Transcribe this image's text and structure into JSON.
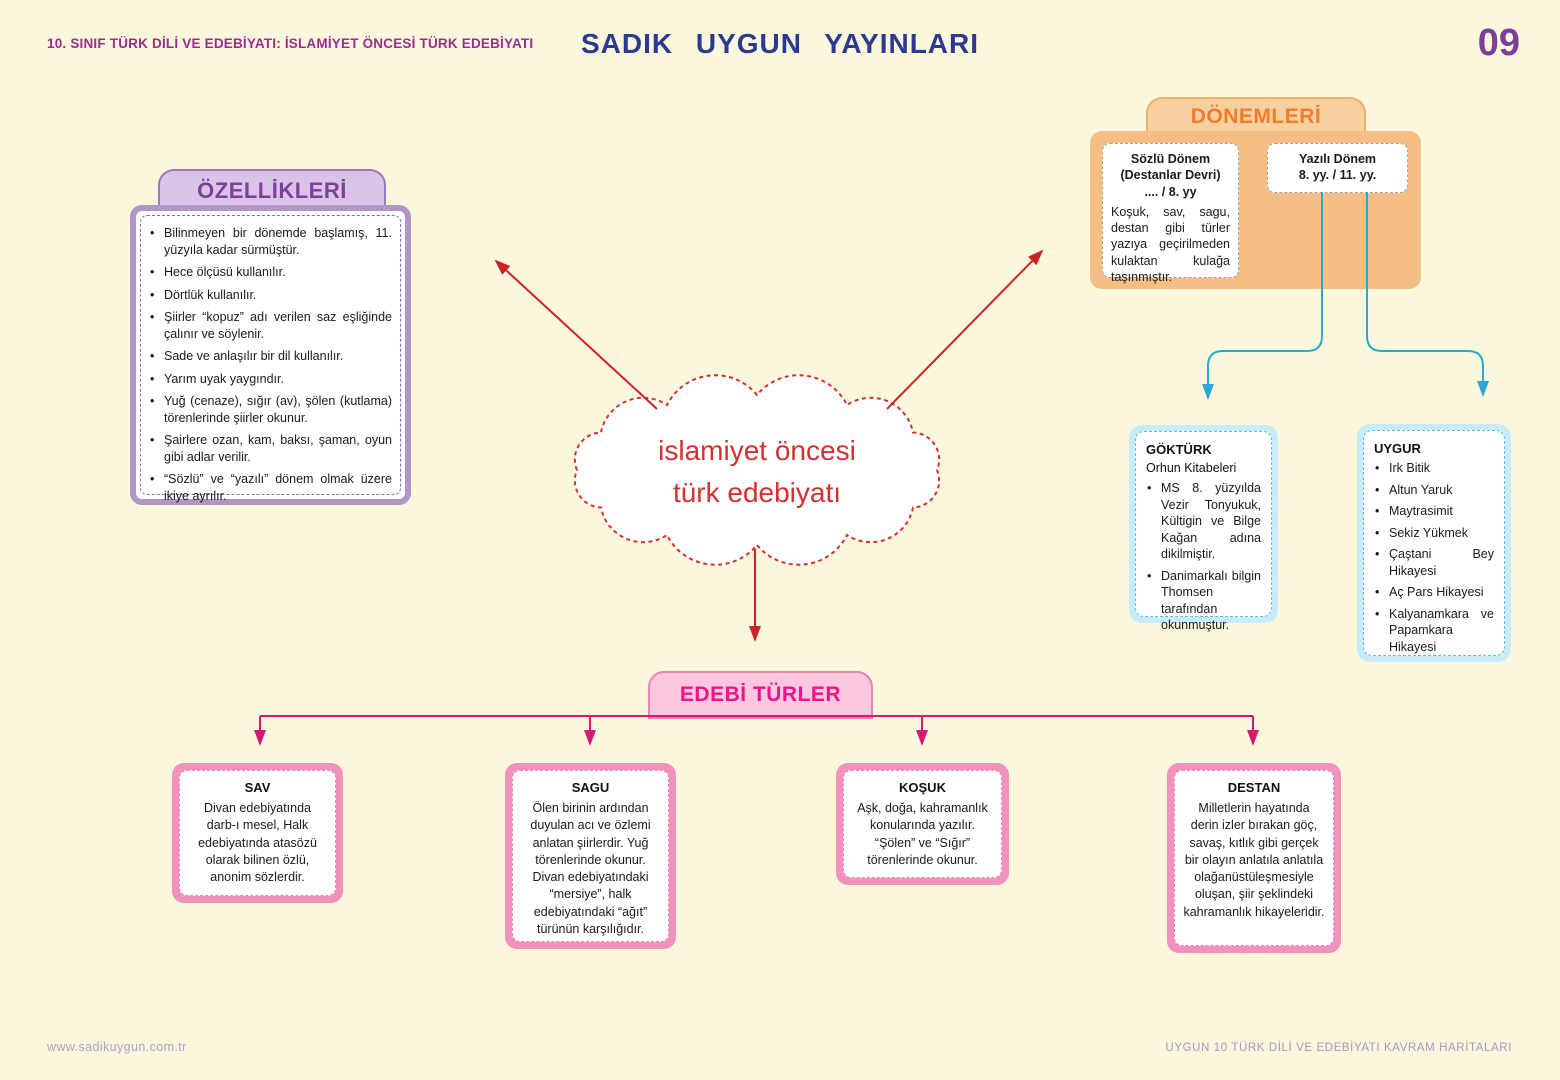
{
  "header": {
    "course_title": "10. SINIF TÜRK DİLİ VE EDEBİYATI: İSLAMİYET ÖNCESİ TÜRK EDEBİYATI",
    "publisher": "SADIK UYGUN YAYINLARI",
    "page_number": "09"
  },
  "footer": {
    "website": "www.sadikuygun.com.tr",
    "series": "UYGUN 10 TÜRK DİLİ VE EDEBİYATI KAVRAM HARİTALARI"
  },
  "center": {
    "line1": "islamiyet öncesi",
    "line2": "türk edebiyatı"
  },
  "ozellikleri": {
    "title": "ÖZELLİKLERİ",
    "items": [
      "Bilinmeyen bir dönemde başlamış, 11. yüzyıla kadar sürmüştür.",
      "Hece ölçüsü kullanılır.",
      "Dörtlük kullanılır.",
      "Şiirler “kopuz” adı verilen saz eşliğinde çalınır ve söylenir.",
      "Sade ve anlaşılır bir dil kullanılır.",
      "Yarım uyak yaygındır.",
      "Yuğ (cenaze), sığır (av), şölen (kutlama) törenlerinde şiirler okunur.",
      "Şairlere ozan, kam, baksı, şaman, oyun gibi adlar verilir.",
      "“Sözlü” ve “yazılı” dönem olmak üzere ikiye ayrılır."
    ]
  },
  "donemleri": {
    "title": "DÖNEMLERİ",
    "sozlu": {
      "title_line1": "Sözlü Dönem",
      "title_line2": "(Destanlar Devri)",
      "title_line3": ".... / 8. yy",
      "body": "Koşuk, sav, sagu, destan gibi türler yazıya geçirilmeden kulaktan kulağa taşınmıştır."
    },
    "yazili": {
      "title_line1": "Yazılı Dönem",
      "title_line2": "8. yy. / 11. yy."
    }
  },
  "gokturk": {
    "title": "GÖKTÜRK",
    "subtitle": "Orhun Kitabeleri",
    "items": [
      "MS 8. yüzyılda Vezir Tonyukuk, Kültigin ve Bilge Kağan adına dikilmiştir.",
      "Danimarkalı bilgin Thomsen tarafından okunmuştur."
    ]
  },
  "uygur": {
    "title": "UYGUR",
    "items": [
      "Irk Bitik",
      "Altun Yaruk",
      "Maytrasimit",
      "Sekiz Yükmek",
      "Çaştani Bey Hikayesi",
      "Aç Pars Hikayesi",
      "Kalyanamkara ve Papamkara Hikayesi"
    ]
  },
  "edebi_turler": {
    "title": "EDEBİ TÜRLER",
    "types": [
      {
        "title": "SAV",
        "body": "Divan edebiyatında darb-ı mesel, Halk edebiyatında atasözü olarak bilinen özlü, anonim sözlerdir."
      },
      {
        "title": "SAGU",
        "body": "Ölen birinin ardından duyulan acı ve özlemi anlatan şiirlerdir. Yuğ törenlerinde okunur. Divan edebiyatındaki “mersiye”, halk edebiyatındaki “ağıt” türünün karşılığıdır."
      },
      {
        "title": "KOŞUK",
        "body": "Aşk, doğa, kahramanlık konularında yazılır. “Şölen” ve “Sığır” törenlerinde okunur."
      },
      {
        "title": "DESTAN",
        "body": "Milletlerin hayatında derin izler bırakan göç, savaş, kıtlık gibi gerçek bir olayın anlatıla anlatıla olağanüstüleşmesiyle oluşan, şiir şeklindeki kahramanlık hikayeleridir."
      }
    ]
  },
  "colors": {
    "background": "#fbf7dc",
    "purple_panel": "#b294c7",
    "orange_panel": "#f5be85",
    "blue_panel": "#c9eaf8",
    "pink_panel": "#f191be",
    "red_accent": "#d43030",
    "cyan_connector": "#29a8d6",
    "magenta_connector": "#d6186e",
    "navy_title": "#2b3990"
  }
}
